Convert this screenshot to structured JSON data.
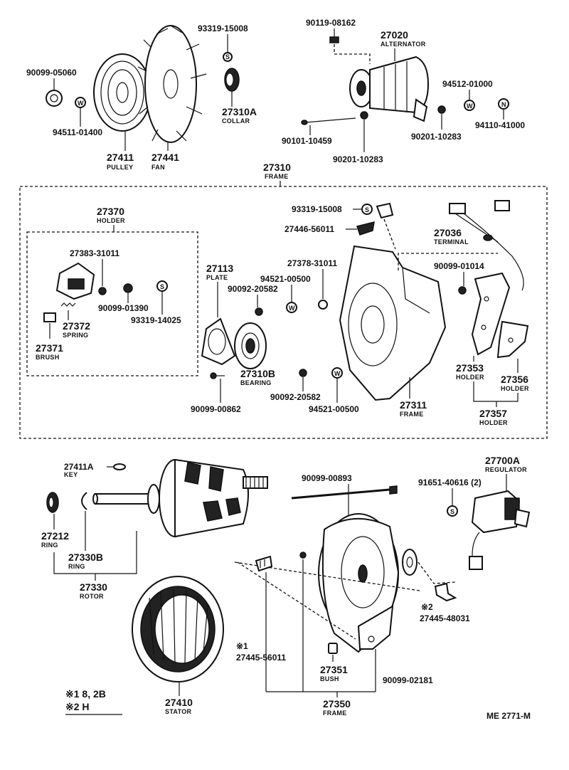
{
  "labels": {
    "p90099_05060": "90099-05060",
    "p94511_01400": "94511-01400",
    "p27411": "27411",
    "pulley": "PULLEY",
    "p27441": "27441",
    "fan": "FAN",
    "p93319_15008_top": "93319-15008",
    "p27310A": "27310A",
    "collar": "COLLAR",
    "p90119_08162": "90119-08162",
    "p27020": "27020",
    "alternator": "ALTERNATOR",
    "p94512_01000": "94512-01000",
    "p94110_41000": "94110-41000",
    "p90101_10459": "90101-10459",
    "p90201_10283_a": "90201-10283",
    "p90201_10283_b": "90201-10283",
    "p27310": "27310",
    "frame_top": "FRAME",
    "p27370": "27370",
    "holder_370": "HOLDER",
    "p27383_31011": "27383-31011",
    "p90099_01390": "90099-01390",
    "p93319_14025": "93319-14025",
    "p27372": "27372",
    "spring": "SPRING",
    "p27371": "27371",
    "brush": "BRUSH",
    "p27113": "27113",
    "plate": "PLATE",
    "p90092_20582_a": "90092-20582",
    "p94521_00500_a": "94521-00500",
    "p27378_31011": "27378-31011",
    "p93319_15008_mid": "93319-15008",
    "p27446_56011": "27446-56011",
    "p27036": "27036",
    "terminal": "TERMINAL",
    "p90099_01014": "90099-01014",
    "p27310B": "27310B",
    "bearing": "BEARING",
    "p90099_00862": "90099-00862",
    "p90092_20582_b": "90092-20582",
    "p94521_00500_b": "94521-00500",
    "p27311": "27311",
    "frame_311": "FRAME",
    "p27353": "27353",
    "holder_353": "HOLDER",
    "p27356": "27356",
    "holder_356": "HOLDER",
    "p27357": "27357",
    "holder_357": "HOLDER",
    "p27411A": "27411A",
    "key": "KEY",
    "p90099_00893": "90099-00893",
    "p27700A": "27700A",
    "regulator": "REGULATOR",
    "p91651_40616": "91651-40616 (2)",
    "p27212": "27212",
    "ring_212": "RING",
    "p27330B": "27330B",
    "ring_330B": "RING",
    "p27330": "27330",
    "rotor": "ROTOR",
    "mark_1": "※1",
    "mark_2": "※2",
    "p27445_48031": "27445-48031",
    "p27445_56011": "27445-56011",
    "p27351": "27351",
    "bush": "BUSH",
    "p90099_02181": "90099-02181",
    "p27410": "27410",
    "stator": "STATOR",
    "p27350": "27350",
    "frame_350": "FRAME",
    "legend_1": "※1  8, 2B",
    "legend_2": "※2  H",
    "diagram_code": "ME 2771-M"
  },
  "callouts": {
    "s": "S",
    "w": "W",
    "n": "N"
  }
}
